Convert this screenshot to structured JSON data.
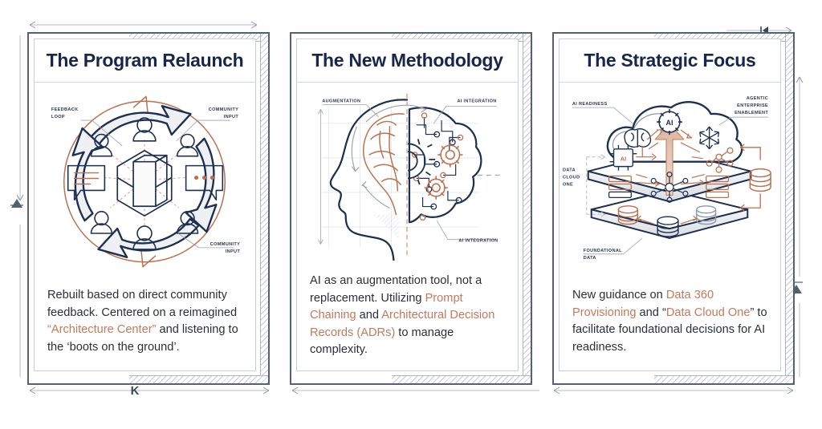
{
  "meta": {
    "background_color": "#fefefe",
    "title_color": "#17264a",
    "accent_color": "#c07a5c",
    "ink_color": "#1e3050",
    "frame_color": "#56606e"
  },
  "cards": [
    {
      "id": "program-relaunch",
      "title": "The Program Relaunch",
      "illustration": {
        "name": "community-feedback-loop-diagram",
        "labels": [
          "FEEDBACK LOOP",
          "COMMUNITY INPUT",
          "COMMUNITY INPUT"
        ],
        "label_lines": [
          [
            "FEEDBACK",
            "LOOP"
          ],
          [
            "COMMUNITY",
            "INPUT"
          ],
          [
            "COMMUNITY",
            "INPUT"
          ]
        ]
      },
      "body_segments": [
        {
          "text": "Rebuilt based on direct community feedback. Centered on a reimagined ",
          "highlight": false
        },
        {
          "text": "“Architecture Center”",
          "highlight": true
        },
        {
          "text": " and listening to the ‘boots on the ground’.",
          "highlight": false
        }
      ]
    },
    {
      "id": "new-methodology",
      "title": "The New Methodology",
      "illustration": {
        "name": "human-ai-brain-split-diagram",
        "labels": [
          "AUGMENTATION",
          "AI INTEGRATION",
          "AI INTEGRATION"
        ],
        "label_lines": [
          [
            "AUGMENTATION"
          ],
          [
            "AI INTEGRATION"
          ],
          [
            "AI INTEGRATION"
          ]
        ]
      },
      "body_segments": [
        {
          "text": "AI as an augmentation tool, not a replacement. Utilizing ",
          "highlight": false
        },
        {
          "text": "Prompt Chaining",
          "highlight": true
        },
        {
          "text": " and ",
          "highlight": false
        },
        {
          "text": "Architectural Decision Records (ADRs)",
          "highlight": true
        },
        {
          "text": " to manage complexity.",
          "highlight": false
        }
      ]
    },
    {
      "id": "strategic-focus",
      "title": "The Strategic Focus",
      "illustration": {
        "name": "ai-cloud-data-layers-diagram",
        "labels": [
          "AI READINESS",
          "AGENTIC ENTERPRISE ENABLEMENT",
          "DATA CLOUD ONE",
          "FOUNDATIONAL DATA"
        ],
        "label_lines": [
          [
            "AI READINESS"
          ],
          [
            "AGENTIC",
            "ENTERPRISE",
            "ENABLEMENT"
          ],
          [
            "DATA",
            "CLOUD",
            "ONE"
          ],
          [
            "FOUNDATIONAL",
            "DATA"
          ]
        ],
        "node_labels": [
          "AI",
          "AI"
        ]
      },
      "body_segments": [
        {
          "text": "New guidance on ",
          "highlight": false
        },
        {
          "text": "Data 360 Provisioning",
          "highlight": true
        },
        {
          "text": " and “",
          "highlight": false
        },
        {
          "text": "Data Cloud One",
          "highlight": true
        },
        {
          "text": "” to facilitate foundational decisions for AI readiness.",
          "highlight": false
        }
      ]
    }
  ],
  "dimension_marks": {
    "top_left_label": "",
    "bottom_left_label": "K",
    "top_right_label": "|◁",
    "left_marker": "△",
    "right_marker": "△"
  }
}
